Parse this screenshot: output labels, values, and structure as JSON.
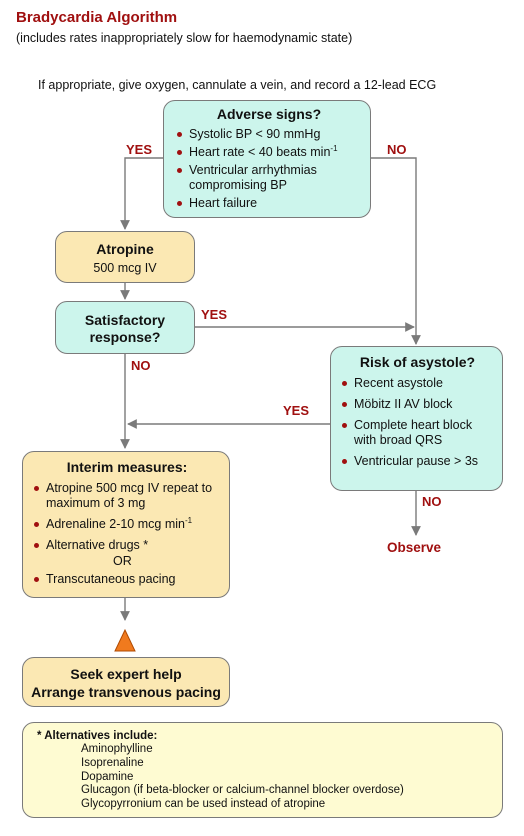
{
  "title": "Bradycardia Algorithm",
  "subtitle": "(includes rates inappropriately slow for haemodynamic state)",
  "intro": "If appropriate, give oxygen, cannulate a vein, and record a 12-lead ECG",
  "adverse": {
    "heading": "Adverse signs?",
    "items": [
      "Systolic BP < 90 mmHg",
      "Heart rate < 40 beats min",
      "Ventricular arrhythmias compromising BP",
      "Heart failure"
    ],
    "sup": "-1"
  },
  "atropine": {
    "heading": "Atropine",
    "dose": "500 mcg IV"
  },
  "satisfactory": {
    "heading": "Satisfactory response?"
  },
  "risk": {
    "heading": "Risk of asystole?",
    "items": [
      "Recent asystole",
      "Möbitz II AV block",
      "Complete heart block with broad QRS",
      "Ventricular pause > 3s"
    ]
  },
  "interim": {
    "heading": "Interim measures:",
    "items": [
      "Atropine 500 mcg IV repeat to maximum of 3 mg",
      "Adrenaline 2-10 mcg min",
      "Alternative drugs *",
      "Transcutaneous pacing"
    ],
    "sup": "-1",
    "or": "OR"
  },
  "expert": {
    "line1": "Seek expert help",
    "line2": "Arrange transvenous pacing"
  },
  "observe": "Observe",
  "labels": {
    "yes": "YES",
    "no": "NO"
  },
  "alternatives": {
    "heading": "* Alternatives include:",
    "items": [
      "Aminophylline",
      "Isoprenaline",
      "Dopamine",
      "Glucagon (if beta-blocker or calcium-channel blocker overdose)",
      "Glycopyrronium can be used instead of atropine"
    ]
  },
  "colors": {
    "title": "#a01010",
    "teal": "#ccf5ec",
    "tan": "#fbe8b3",
    "cream": "#fefbd2",
    "warning": "#f07a1e"
  }
}
